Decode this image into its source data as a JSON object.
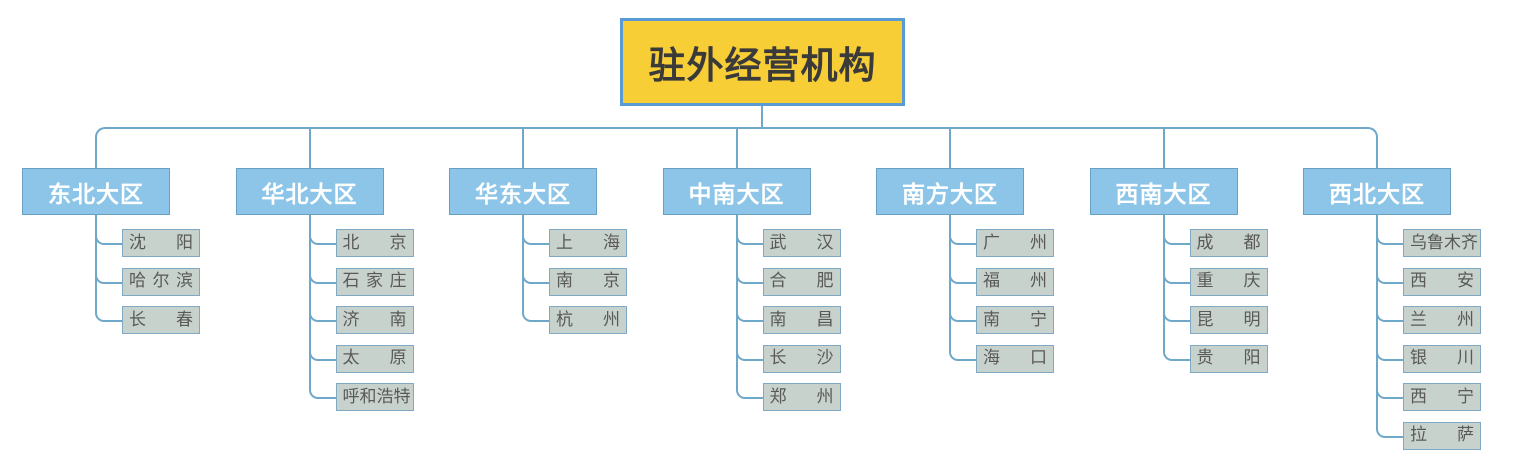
{
  "diagram": {
    "title": "驻外经营机构",
    "type": "org-chart",
    "colors": {
      "root_fill": "#F7CE36",
      "root_border": "#5B9BD5",
      "root_text": "#3A3A3A",
      "region_fill": "#8CC5E8",
      "region_border": "#6A9FC4",
      "region_text": "#FFFFFF",
      "city_fill": "#C8D2CC",
      "city_border": "#7FA9C4",
      "city_text": "#595959",
      "connector": "#6FA8C8",
      "background": "#FFFFFF"
    },
    "root": {
      "label": "驻外经营机构"
    },
    "regions": [
      {
        "label": "东北大区",
        "cities": [
          {
            "label": "沈阳"
          },
          {
            "label": "哈尔滨"
          },
          {
            "label": "长春"
          }
        ]
      },
      {
        "label": "华北大区",
        "cities": [
          {
            "label": "北京"
          },
          {
            "label": "石家庄"
          },
          {
            "label": "济南"
          },
          {
            "label": "太原"
          },
          {
            "label": "呼和浩特"
          }
        ]
      },
      {
        "label": "华东大区",
        "cities": [
          {
            "label": "上海"
          },
          {
            "label": "南京"
          },
          {
            "label": "杭州"
          }
        ]
      },
      {
        "label": "中南大区",
        "cities": [
          {
            "label": "武汉"
          },
          {
            "label": "合肥"
          },
          {
            "label": "南昌"
          },
          {
            "label": "长沙"
          },
          {
            "label": "郑州"
          }
        ]
      },
      {
        "label": "南方大区",
        "cities": [
          {
            "label": "广州"
          },
          {
            "label": "福州"
          },
          {
            "label": "南宁"
          },
          {
            "label": "海口"
          }
        ]
      },
      {
        "label": "西南大区",
        "cities": [
          {
            "label": "成都"
          },
          {
            "label": "重庆"
          },
          {
            "label": "昆明"
          },
          {
            "label": "贵阳"
          }
        ]
      },
      {
        "label": "西北大区",
        "cities": [
          {
            "label": "乌鲁木齐"
          },
          {
            "label": "西安"
          },
          {
            "label": "兰州"
          },
          {
            "label": "银川"
          },
          {
            "label": "西宁"
          },
          {
            "label": "拉萨"
          }
        ]
      }
    ]
  }
}
